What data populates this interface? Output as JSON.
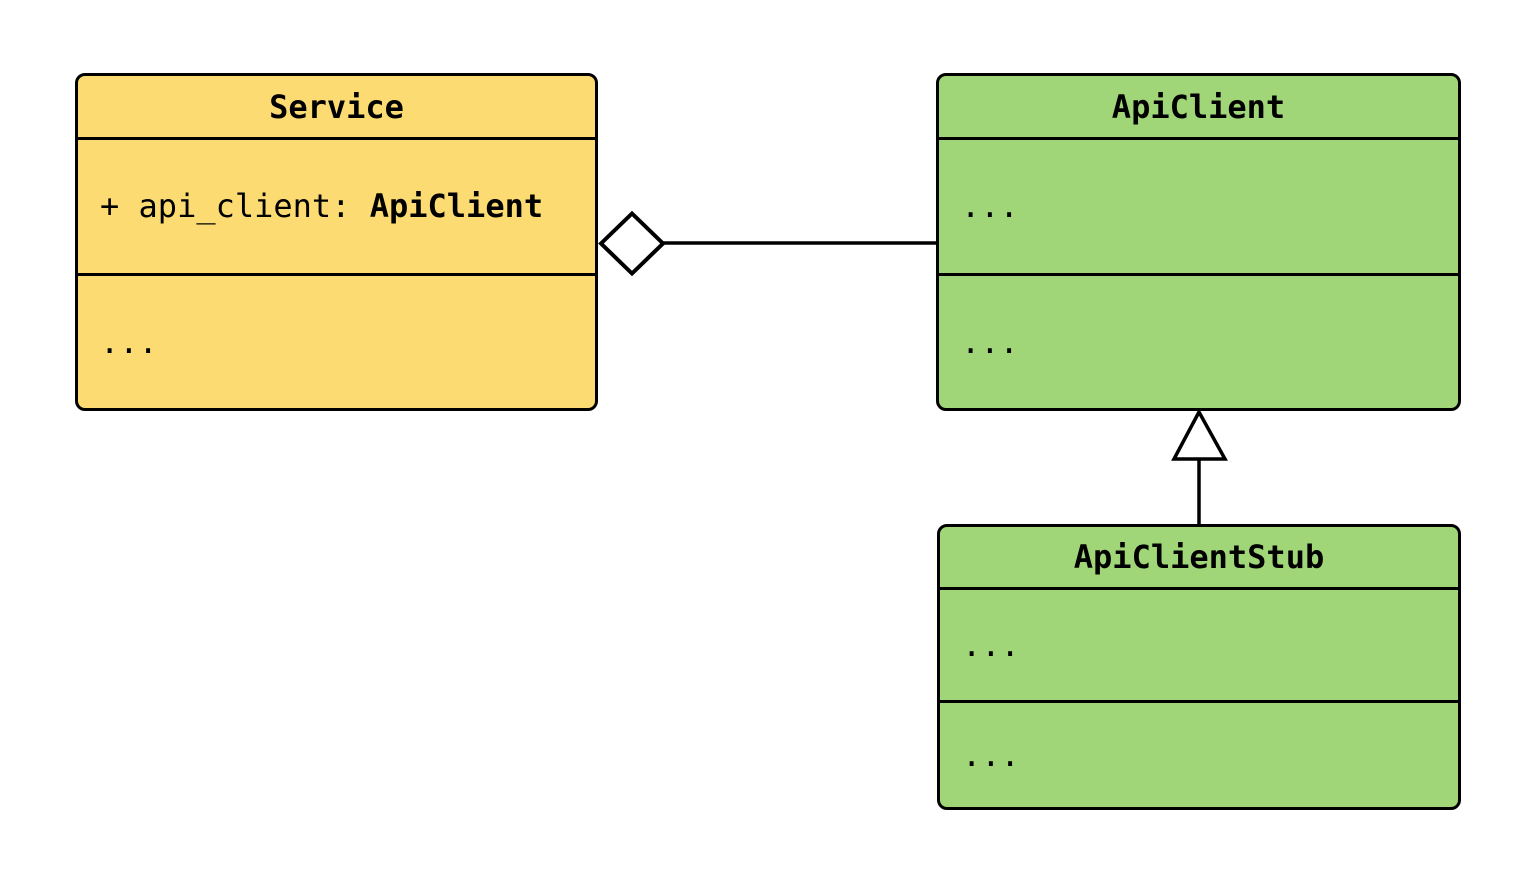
{
  "colors": {
    "background": "#FFFFFF",
    "service_fill": "#FCDC72",
    "api_client_fill": "#A0D678",
    "line": "#000000"
  },
  "classes": {
    "service": {
      "title": "Service",
      "attribute": {
        "prefix": "+ api_client: ",
        "type": "ApiClient"
      },
      "methods_placeholder": "..."
    },
    "api_client": {
      "title": "ApiClient",
      "attributes_placeholder": "...",
      "methods_placeholder": "..."
    },
    "api_client_stub": {
      "title": "ApiClientStub",
      "attributes_placeholder": "...",
      "methods_placeholder": "..."
    }
  },
  "relationships": [
    {
      "type": "aggregation",
      "from": "Service",
      "to": "ApiClient",
      "marker": "hollow-diamond",
      "marker_at": "Service"
    },
    {
      "type": "inheritance",
      "from": "ApiClientStub",
      "to": "ApiClient",
      "marker": "hollow-triangle",
      "marker_at": "ApiClient"
    }
  ]
}
